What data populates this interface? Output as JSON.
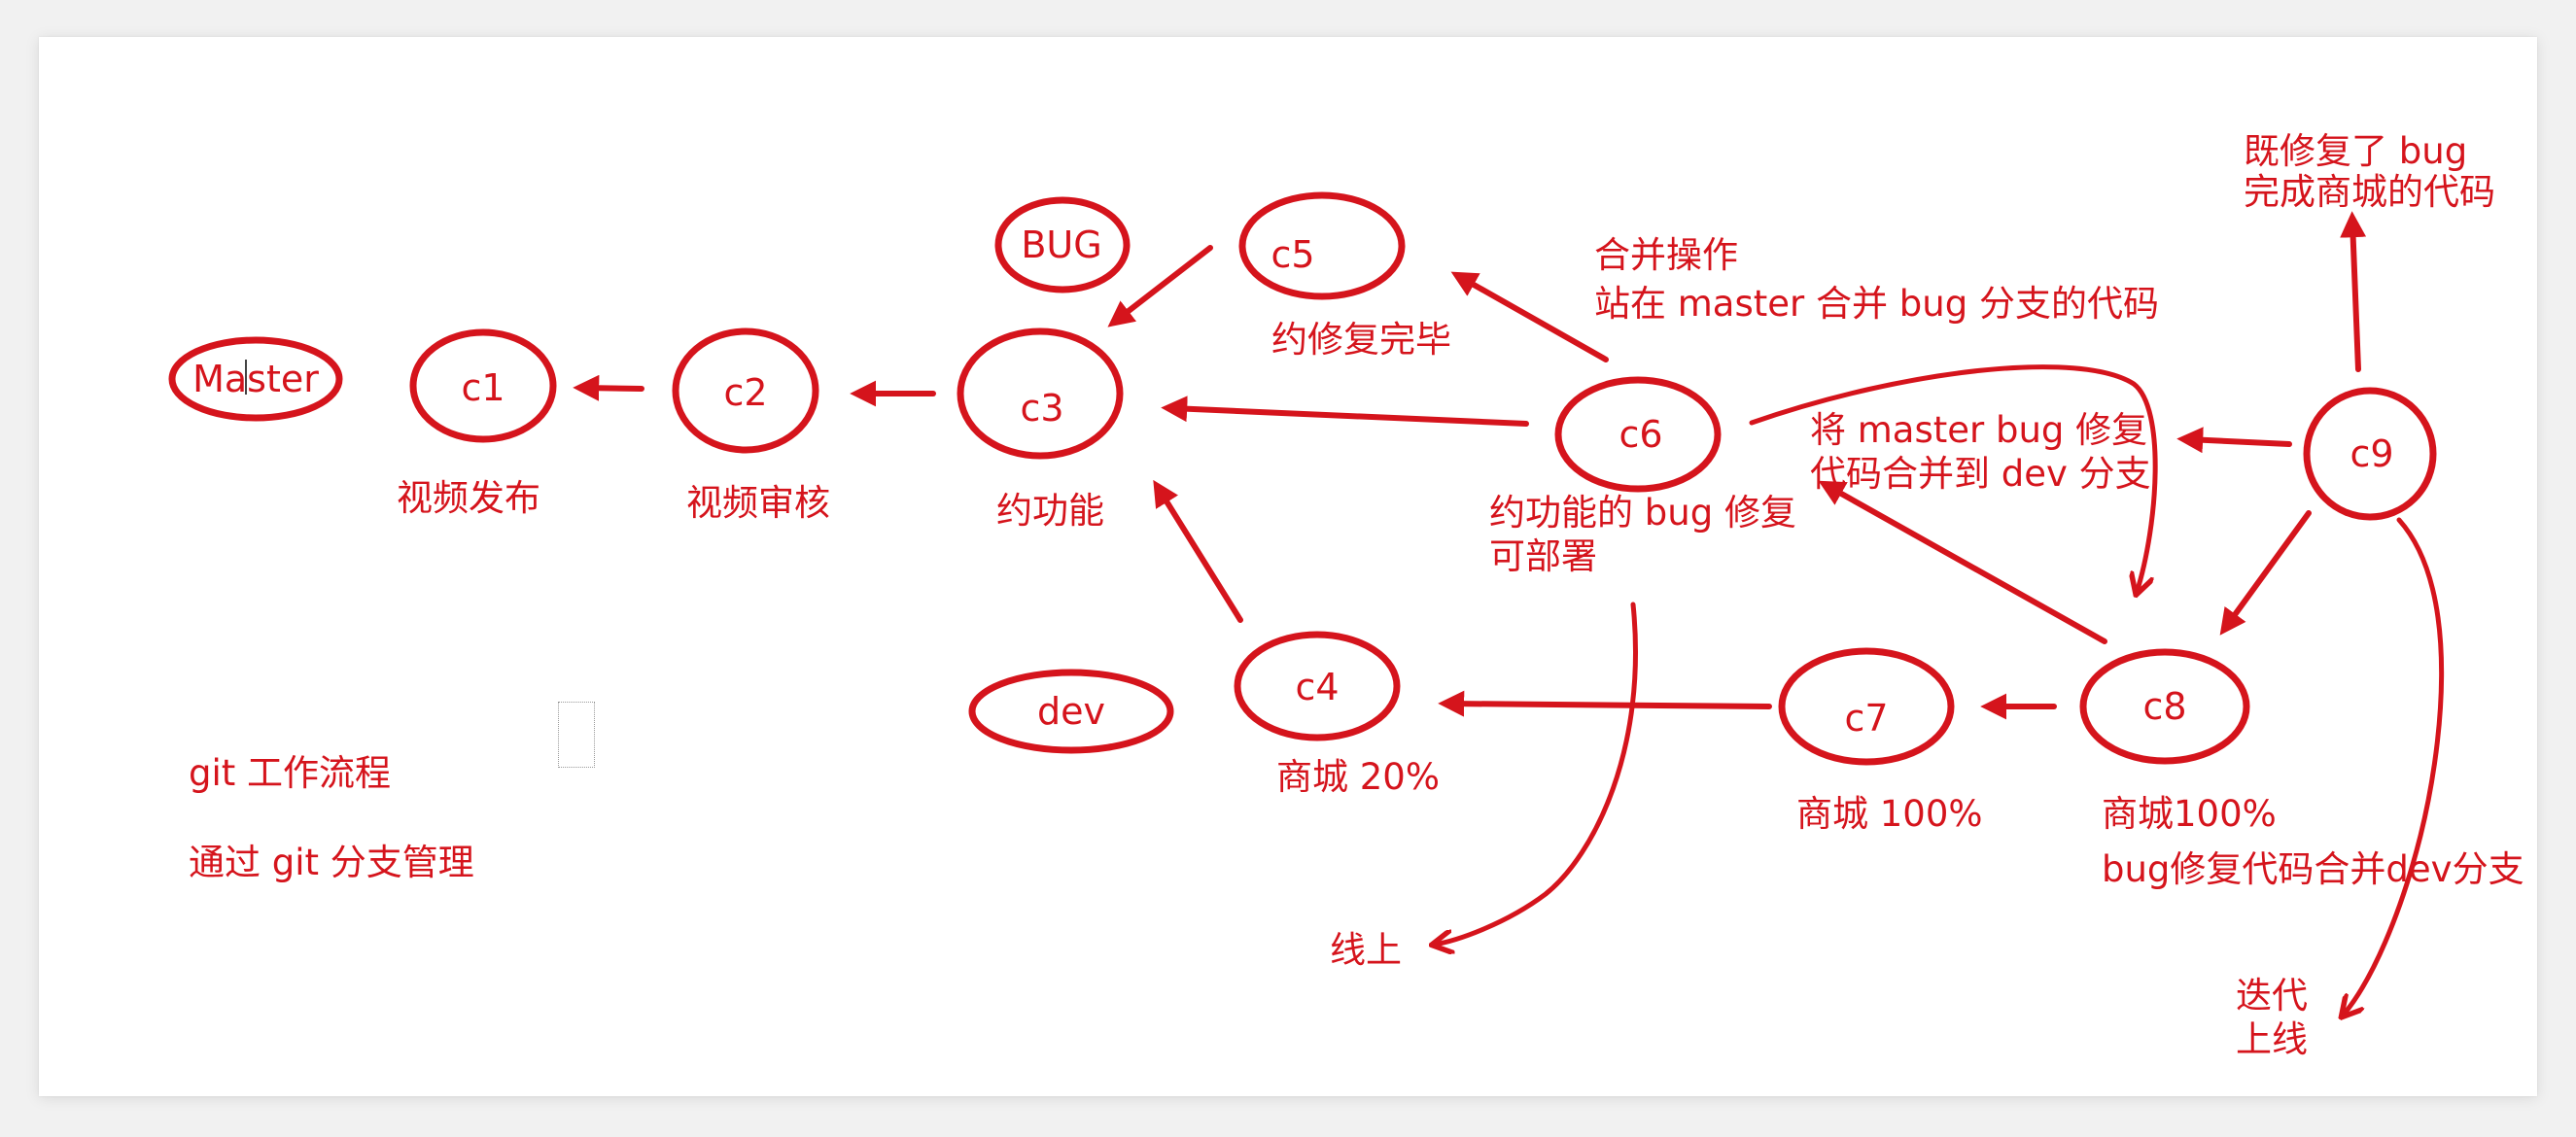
{
  "colors": {
    "ink": "#d5141c",
    "canvas": "#ffffff",
    "background": "#f1f1f1"
  },
  "nodes": {
    "master": "Master",
    "bug": "BUG",
    "dev": "dev",
    "c1": "c1",
    "c2": "c2",
    "c3": "c3",
    "c4": "c4",
    "c5": "c5",
    "c6": "c6",
    "c7": "c7",
    "c8": "c8",
    "c9": "c9"
  },
  "annotations": {
    "c1_publish": "视频发布",
    "c2_review": "视频审核",
    "c3_feature": "约功能",
    "c5_fixed": "约修复完毕",
    "merge_line1": "合并操作",
    "merge_line2": "站在 master 合并 bug 分支的代码",
    "c6_line1": "约功能的 bug 修复",
    "c6_line2": "可部署",
    "merge_to_dev_line1": "将 master bug 修复",
    "merge_to_dev_line2": "代码合并到 dev 分支",
    "c9_line1": "既修复了 bug",
    "c9_line2": "完成商城的代码",
    "c4_mall": "商城 20%",
    "c7_mall": "商城 100%",
    "c8_line1": "商城100%",
    "c8_line2": "bug修复代码合并dev分支",
    "online": "线上",
    "iterate_line1": "迭代",
    "iterate_line2": "上线",
    "workflow_title": "git 工作流程",
    "workflow_sub": "通过 git 分支管理"
  }
}
